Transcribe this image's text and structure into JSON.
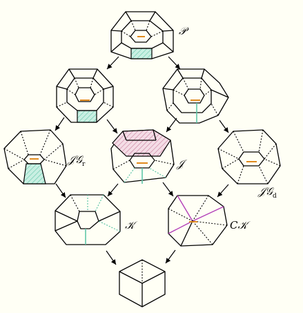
{
  "colors": {
    "background": "#fffff5",
    "teal": "#5fc6a8",
    "teal_fill": "#c9efe2",
    "orange": "#e08a1e",
    "pink": "#c87a9a",
    "pink_fill": "#f4dde6",
    "magenta": "#b33fb8"
  },
  "labels": {
    "P": "𝒫",
    "J": "𝒥",
    "JGr_main": "𝒥𝒢",
    "JGr_sub": "r",
    "JGd_main": "𝒥𝒢",
    "JGd_sub": "d",
    "K": "𝒦",
    "CK": "C𝒦"
  }
}
